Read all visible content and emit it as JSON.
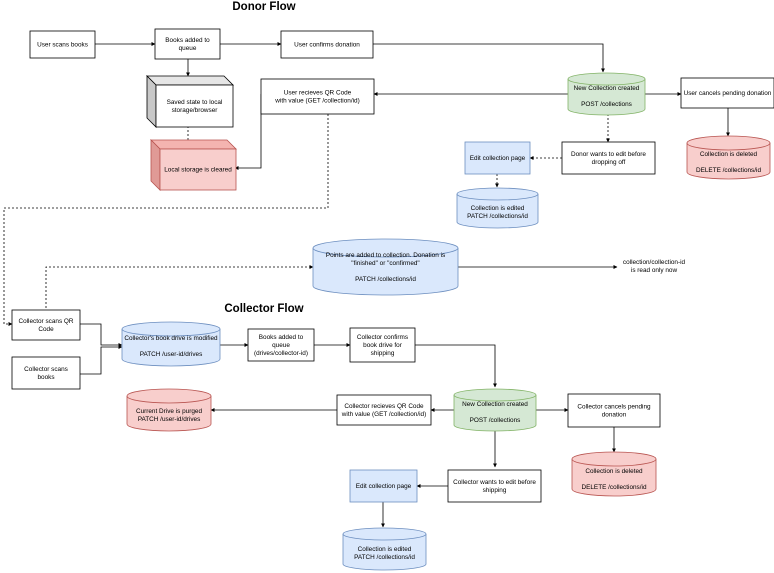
{
  "titles": {
    "donor": "Donor Flow",
    "collector": "Collector Flow"
  },
  "nodes": {
    "user_scans": [
      "User scans books"
    ],
    "books_queue": [
      "Books added to",
      "queue"
    ],
    "user_confirms": [
      "User confirms donation"
    ],
    "saved_state": [
      "Saved state to local",
      "storage/browser"
    ],
    "user_qr": [
      "User recieves QR Code",
      "with value (GET /collection/id)"
    ],
    "new_collection_d": [
      "New Collection created",
      "",
      "POST /collections"
    ],
    "user_cancels": [
      "User cancels pending donation"
    ],
    "local_cleared": [
      "Local storage is cleared"
    ],
    "edit_page_d": [
      "Edit collection page"
    ],
    "donor_edit": [
      "Donor wants to edit before",
      "dropping off"
    ],
    "deleted_d": [
      "Collection is deleted",
      "",
      "DELETE /collections/id"
    ],
    "edited_d": [
      "Collection is edited",
      "PATCH /collections/id"
    ],
    "points": [
      "Points are added to collection. Donation is",
      "\"finished\" or \"confirmed\"",
      "",
      "PATCH /collections/id"
    ],
    "read_only": [
      "collection/collection-id",
      "is read only now"
    ],
    "collector_scans_qr": [
      "Collector scans QR",
      "Code"
    ],
    "drive_modified": [
      "Collector's book drive is modified",
      "",
      "PATCH /user-id/drives"
    ],
    "books_queue_c": [
      "Books added to",
      "queue",
      "(drives/collector-id)"
    ],
    "collector_confirms": [
      "Collector confirms",
      "book drive for",
      "shipping"
    ],
    "collector_scans": [
      "Collector scans",
      "books"
    ],
    "drive_purged": [
      "Current Drive is purged",
      "PATCH /user-id/drives"
    ],
    "collector_qr": [
      "Collector recieves QR Code",
      "with value (GET /collection/id)"
    ],
    "new_collection_c": [
      "New Collection created",
      "",
      "POST /collections"
    ],
    "collector_cancels": [
      "Collector cancels pending",
      "donation"
    ],
    "deleted_c": [
      "Collection is deleted",
      "",
      "DELETE /collections/id"
    ],
    "edit_page_c": [
      "Edit collection page"
    ],
    "collector_edit": [
      "Collector wants to edit before",
      "shipping"
    ],
    "edited_c": [
      "Collection is edited",
      "PATCH /collections/id"
    ]
  },
  "colors": {
    "stroke": "#000000",
    "blue_fill": "#dae8fc",
    "blue_stroke": "#6c8ebf",
    "green_fill": "#d5e8d4",
    "green_stroke": "#82b366",
    "red_fill": "#f8cecc",
    "red_stroke": "#b85450",
    "gray_top": "#e6e6e6",
    "gray_side": "#c8c8c8"
  }
}
